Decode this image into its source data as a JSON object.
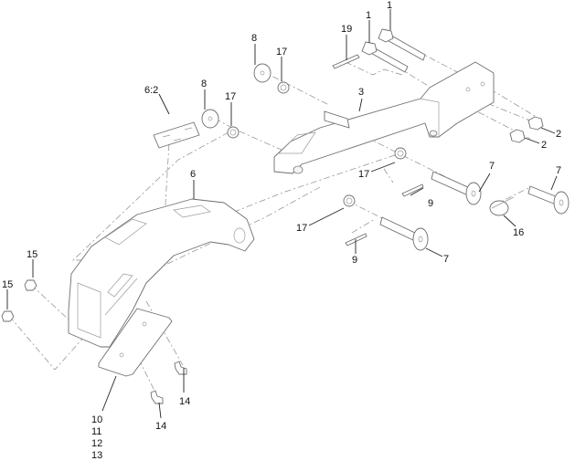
{
  "diagram": {
    "type": "exploded-parts-view",
    "callouts": [
      {
        "id": "c1a",
        "text": "1"
      },
      {
        "id": "c1b",
        "text": "1"
      },
      {
        "id": "c19",
        "text": "19"
      },
      {
        "id": "c8a",
        "text": "8"
      },
      {
        "id": "c17a",
        "text": "17"
      },
      {
        "id": "c3",
        "text": "3"
      },
      {
        "id": "c8b",
        "text": "8"
      },
      {
        "id": "c17b",
        "text": "17"
      },
      {
        "id": "c62",
        "text": "6:2"
      },
      {
        "id": "c2a",
        "text": "2"
      },
      {
        "id": "c2b",
        "text": "2"
      },
      {
        "id": "c6",
        "text": "6"
      },
      {
        "id": "c17c",
        "text": "17"
      },
      {
        "id": "c7a",
        "text": "7"
      },
      {
        "id": "c7b",
        "text": "7"
      },
      {
        "id": "c9a",
        "text": "9"
      },
      {
        "id": "c17d",
        "text": "17"
      },
      {
        "id": "c16",
        "text": "16"
      },
      {
        "id": "c15a",
        "text": "15"
      },
      {
        "id": "c9b",
        "text": "9"
      },
      {
        "id": "c7c",
        "text": "7"
      },
      {
        "id": "c15b",
        "text": "15"
      },
      {
        "id": "c14a",
        "text": "14"
      },
      {
        "id": "c10",
        "text": "10"
      },
      {
        "id": "c11",
        "text": "11"
      },
      {
        "id": "c12",
        "text": "12"
      },
      {
        "id": "c13",
        "text": "13"
      },
      {
        "id": "c14b",
        "text": "14"
      }
    ],
    "colors": {
      "line": "#6e6e6e",
      "text": "#111111",
      "background": "#ffffff"
    }
  }
}
